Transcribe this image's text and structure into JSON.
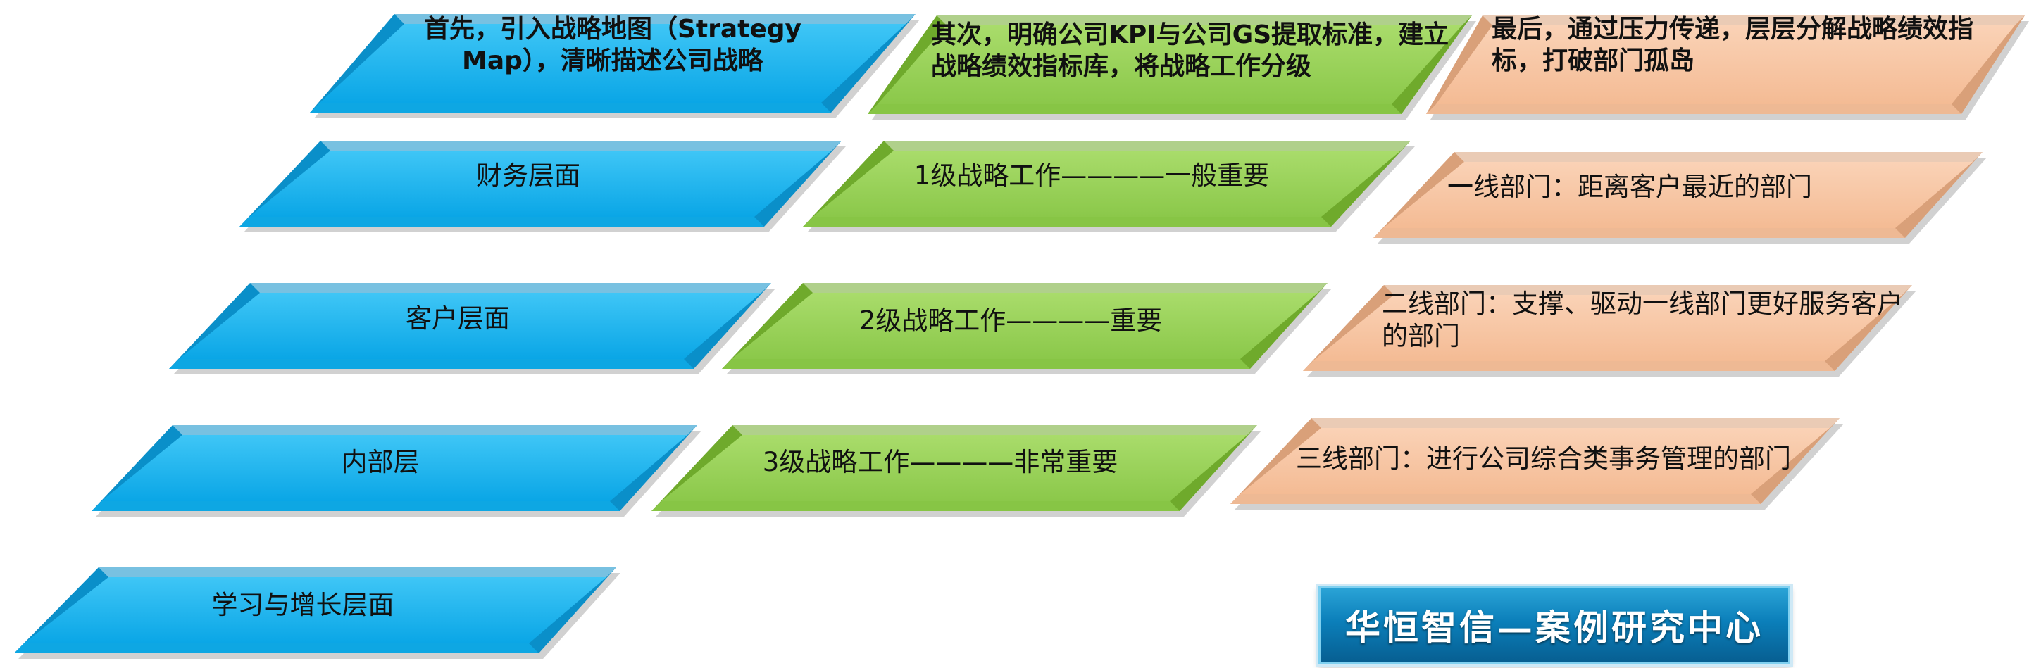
{
  "headers": [
    {
      "text": "首先，引入战略地图（Strategy Map），清晰描述公司战略"
    },
    {
      "text": "其次，明确公司KPI与公司GS提取标准，建立战略绩效指标库，将战略工作分级"
    },
    {
      "text": "最后，通过压力传递，层层分解战略绩效指标，打破部门孤岛"
    }
  ],
  "column1": [
    "财务层面",
    "客户层面",
    "内部层",
    "学习与增长层面"
  ],
  "column2": [
    "1级战略工作————一般重要",
    "2级战略工作————重要",
    "3级战略工作————非常重要"
  ],
  "column3": [
    "一线部门：距离客户最近的部门",
    "二线部门：支撑、驱动一线部门更好服务客户的部门",
    "三线部门：进行公司综合类事务管理的部门"
  ],
  "badge": "华恒智信—案例研究中心",
  "colors": {
    "blue": "#0fb0ee",
    "blue_dark": "#0a8fc9",
    "green": "#92d050",
    "green_dark": "#6faa2c",
    "peach": "#f7c39f",
    "peach_dark": "#d9a079"
  }
}
